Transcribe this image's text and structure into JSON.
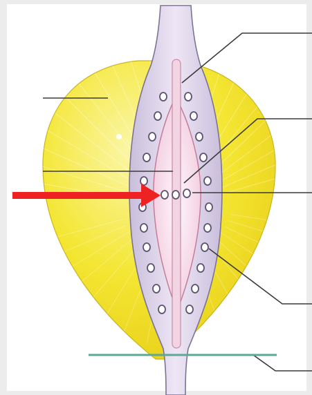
{
  "colors": {
    "background": "#ececec",
    "frame": "#ffffff",
    "lobe_fill": "#f2e21a",
    "lobe_highlight": "#fbf6a8",
    "lobe_outline": "#8c7e1e",
    "tube_fill": "#ddd1ea",
    "tube_outline": "#6a6480",
    "gland_outline": "#5c5470",
    "lumen_fill": "#f8e1ee",
    "lumen_outline": "#c57c99",
    "inner_bar": "#f1cfdf",
    "leader_line": "#3a3a3a",
    "baseline": "#5aa895",
    "arrow": "#ee2222"
  },
  "icons": {
    "arrow": "red-arrow-icon"
  },
  "label_lines": [
    {
      "id": "top-right"
    },
    {
      "id": "upper-left"
    },
    {
      "id": "mid-right"
    },
    {
      "id": "center-left"
    },
    {
      "id": "center-right"
    },
    {
      "id": "lower-right"
    },
    {
      "id": "bottom-right"
    }
  ]
}
